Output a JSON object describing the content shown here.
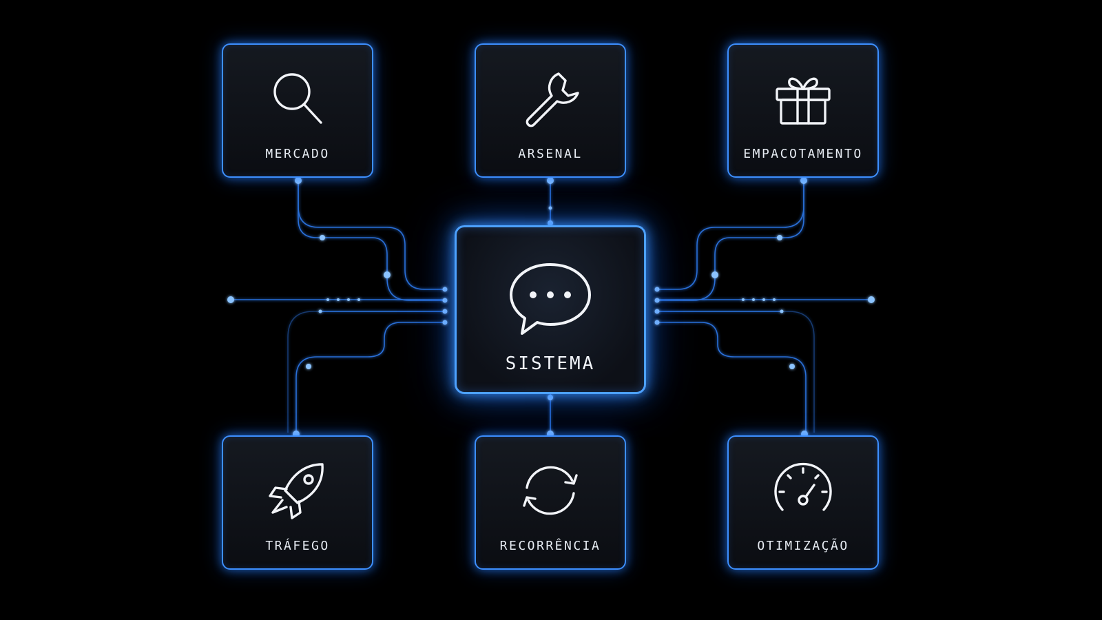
{
  "center": {
    "label": "SISTEMA",
    "icon": "chat-bubble-icon"
  },
  "nodes": {
    "mercado": {
      "label": "MERCADO",
      "icon": "search-icon"
    },
    "arsenal": {
      "label": "ARSENAL",
      "icon": "wrench-icon"
    },
    "empacotamento": {
      "label": "EMPACOTAMENTO",
      "icon": "gift-icon"
    },
    "trafego": {
      "label": "TRÁFEGO",
      "icon": "rocket-icon"
    },
    "recorrencia": {
      "label": "RECORRÊNCIA",
      "icon": "refresh-icon"
    },
    "otimizacao": {
      "label": "OTIMIZAÇÃO",
      "icon": "speedometer-icon"
    }
  },
  "colors": {
    "background": "#000000",
    "accent": "#3d8fff",
    "glow": "#4da1ff",
    "text": "#e6ebf2"
  }
}
